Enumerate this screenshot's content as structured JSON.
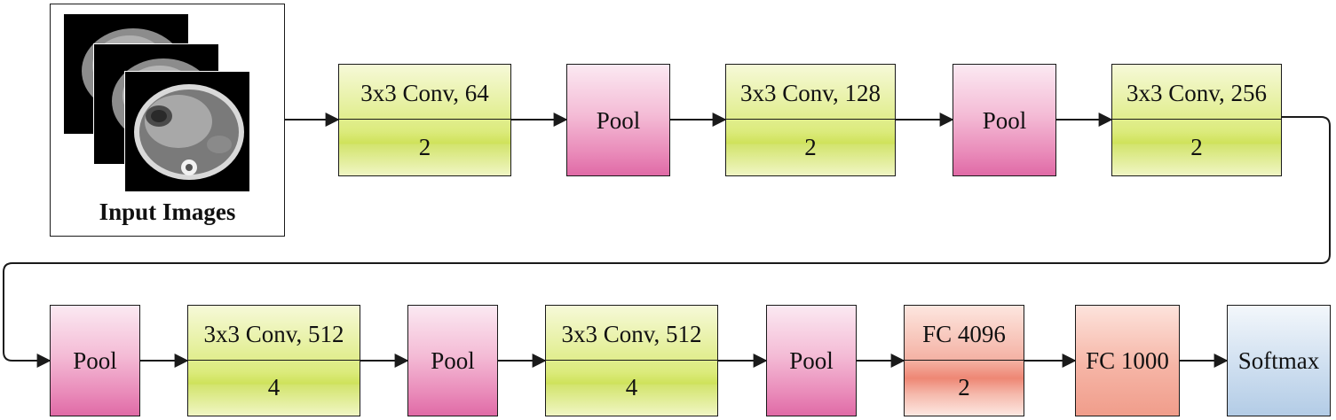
{
  "input": {
    "caption": "Input Images",
    "slice_count": 3
  },
  "row1": [
    {
      "kind": "conv",
      "top": "3x3 Conv, 64",
      "bottom": "2"
    },
    {
      "kind": "pool",
      "label": "Pool"
    },
    {
      "kind": "conv",
      "top": "3x3 Conv, 128",
      "bottom": "2"
    },
    {
      "kind": "pool",
      "label": "Pool"
    },
    {
      "kind": "conv",
      "top": "3x3 Conv, 256",
      "bottom": "2"
    }
  ],
  "row2": [
    {
      "kind": "pool",
      "label": "Pool"
    },
    {
      "kind": "conv",
      "top": "3x3 Conv, 512",
      "bottom": "4"
    },
    {
      "kind": "pool",
      "label": "Pool"
    },
    {
      "kind": "conv",
      "top": "3x3 Conv, 512",
      "bottom": "4"
    },
    {
      "kind": "pool",
      "label": "Pool"
    },
    {
      "kind": "fc",
      "top": "FC 4096",
      "bottom": "2"
    },
    {
      "kind": "fc",
      "label": "FC 1000"
    },
    {
      "kind": "softmax",
      "label": "Softmax"
    }
  ],
  "colors": {
    "line": "#1a1a1a",
    "conv": "#d8e86a",
    "pool": "#e98ab9",
    "fc": "#ee8774",
    "softmax": "#b3cce6"
  }
}
